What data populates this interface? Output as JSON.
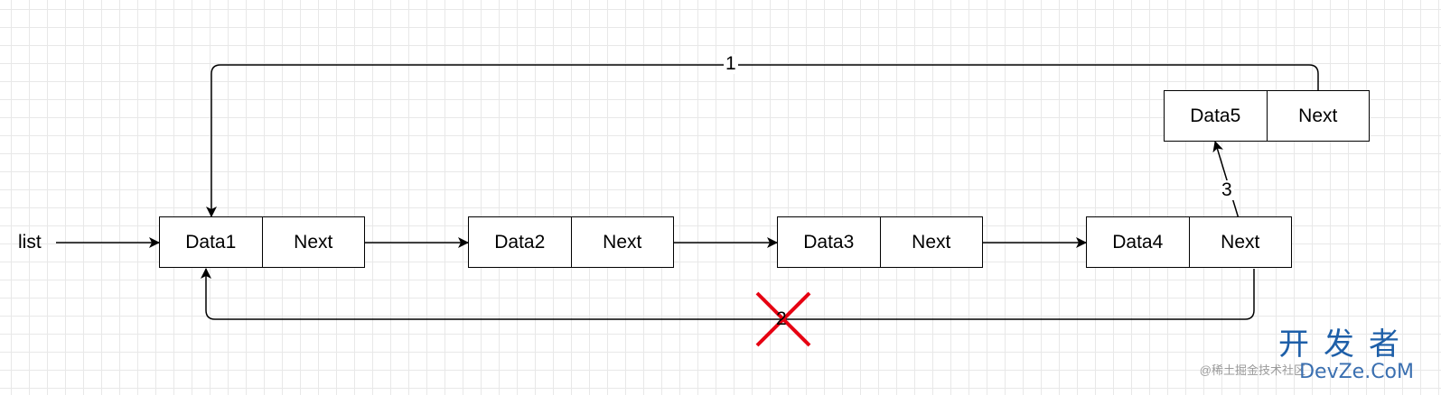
{
  "diagram": {
    "list_label": "list",
    "nodes": [
      {
        "id": "node1",
        "data_label": "Data1",
        "next_label": "Next"
      },
      {
        "id": "node2",
        "data_label": "Data2",
        "next_label": "Next"
      },
      {
        "id": "node3",
        "data_label": "Data3",
        "next_label": "Next"
      },
      {
        "id": "node4",
        "data_label": "Data4",
        "next_label": "Next"
      },
      {
        "id": "node5",
        "data_label": "Data5",
        "next_label": "Next"
      }
    ],
    "edge_labels": {
      "step1": "1",
      "step2": "2",
      "step3": "3"
    },
    "removed_mark_color": "#e60012"
  },
  "watermark": {
    "main": "开发者",
    "sub": "DevZe.CoM",
    "small": "@稀土掘金技术社区"
  }
}
